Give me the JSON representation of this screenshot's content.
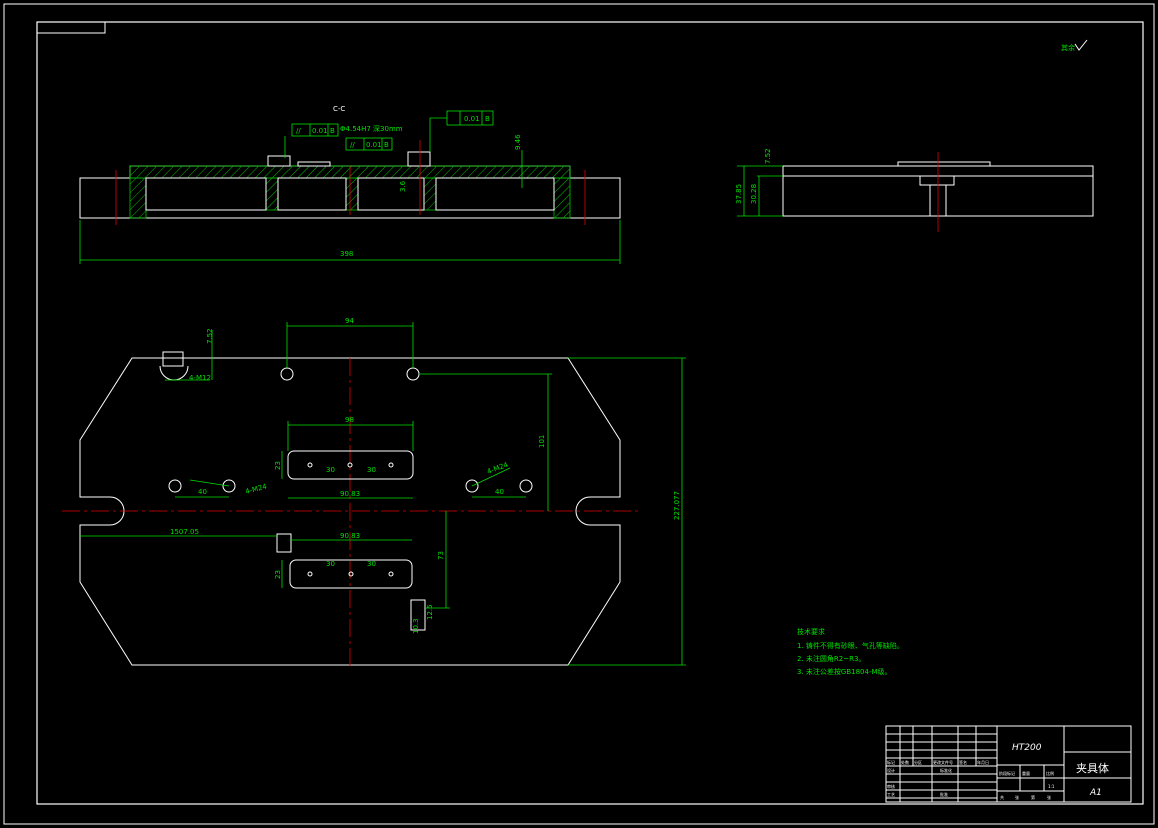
{
  "section_label": "C-C",
  "dims": {
    "overall_length": "398",
    "hole_spacing_top": "94",
    "slot_spacing": "98",
    "slot_width": "23",
    "slot_width2": "23",
    "slot_pitch": "30",
    "slot_length": "90.83",
    "slot_length2": "90.83",
    "vertical_101": "101",
    "vertical_73": "73",
    "overall_width": "227.077",
    "hole_offset_40": "40",
    "hole_offset_40b": "40",
    "thread_holes_left": "4-M24",
    "thread_holes_right": "4-M24",
    "tapped_corner": "4-M12",
    "corner_dim": "7.52",
    "offset_1507": "1507.05",
    "side_height_1": "37.85",
    "side_height_2": "30.28",
    "side_top": "7.52",
    "rib_height": "9.46",
    "rib_3": "3.6",
    "small_dim": "12.5",
    "small_dim2": "10.3"
  },
  "tolerances": {
    "parallel_box_1": "0.01",
    "parallel_datum_1": "B",
    "bore_callout": "Φ4.54H7 深30mm",
    "parallel_box_2": "0.01",
    "parallel_datum_2": "B",
    "flat_box": "0.01",
    "flat_datum": "B"
  },
  "roughness_label": "其余",
  "tech_notes": {
    "title": "技术要求",
    "items": [
      "1. 铸件不得有砂眼、气孔等缺陷。",
      "2. 未注圆角R2~R3。",
      "3. 未注公差按GB1804-M级。"
    ]
  },
  "title_block": {
    "material": "HT200",
    "part_name": "夹具体",
    "sheet_size": "A1",
    "row_labels": [
      "标记",
      "设计",
      "审核",
      "工艺"
    ],
    "col_labels": [
      "处数",
      "分区",
      "更改文件号",
      "签名",
      "年月日"
    ],
    "stage_labels": [
      "阶段标记",
      "重量",
      "比例"
    ],
    "scale": "1:1",
    "sheet_info": [
      "共",
      "张",
      "第",
      "张"
    ],
    "sign_labels": [
      "标准化",
      "批准"
    ]
  }
}
